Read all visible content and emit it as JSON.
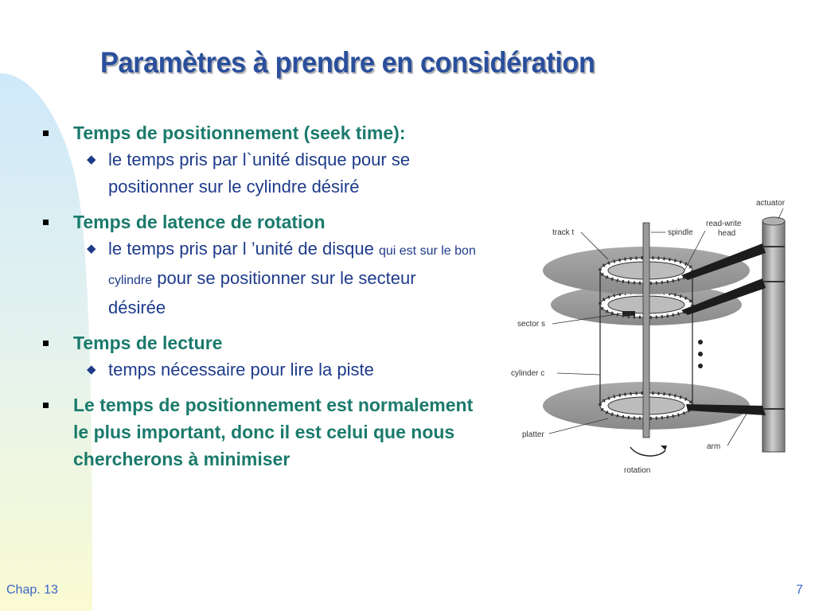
{
  "slide": {
    "title": "Paramètres à prendre en considération",
    "footer_left": "Chap. 13",
    "page_number": "7"
  },
  "bullets": [
    {
      "text": "Temps de positionnement (seek time):",
      "sub": [
        {
          "text": "le temps pris par l`unité disque pour se positionner sur le cylindre désiré"
        }
      ]
    },
    {
      "text": "Temps de latence de rotation",
      "sub": [
        {
          "text_a": "le temps pris par l ’unité de disque",
          "text_small": "qui est sur le bon cylindre",
          "text_b": "pour se positionner sur le secteur désirée"
        }
      ]
    },
    {
      "text": "Temps de lecture",
      "sub": [
        {
          "text": "temps nécessaire pour lire la piste"
        }
      ]
    },
    {
      "text": "Le temps de positionnement est normalement le plus important, donc il est celui que nous chercherons à minimiser"
    }
  ],
  "diagram": {
    "labels": {
      "actuator": "actuator",
      "track": "track t",
      "spindle": "spindle",
      "read_write_head_1": "read-write",
      "read_write_head_2": "head",
      "sector": "sector s",
      "cylinder": "cylinder c",
      "platter": "platter",
      "arm": "arm",
      "rotation": "rotation"
    }
  },
  "colors": {
    "title": "#2a4f9c",
    "bullet_l1": "#1a7a6c",
    "bullet_l2": "#1e3b8a",
    "footer": "#3a66c4"
  }
}
